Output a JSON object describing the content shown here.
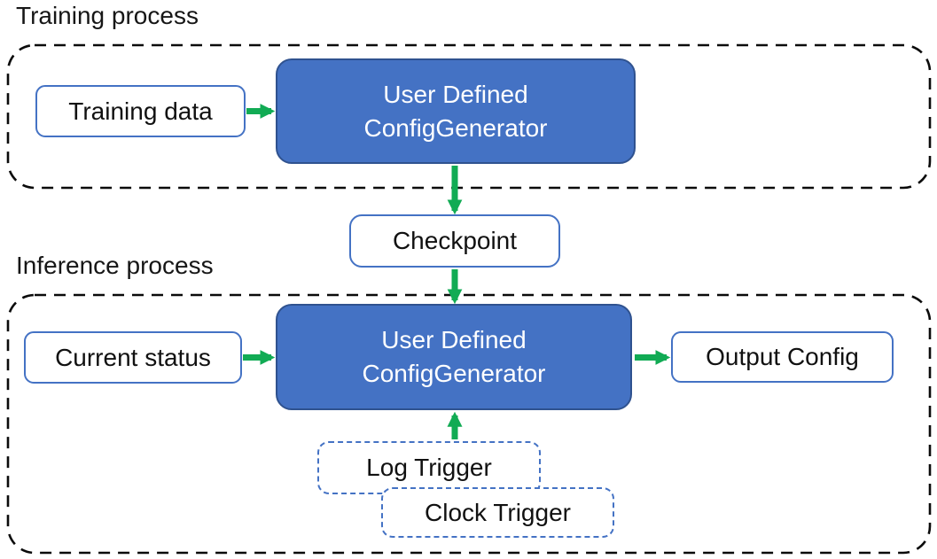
{
  "colors": {
    "box_fill": "#4472c4",
    "box_border": "#2f528f",
    "outline_blue": "#4472c4",
    "arrow_green": "#11ab54",
    "container_border": "#0b0b0b",
    "text_dark": "#111111",
    "text_light": "#ffffff"
  },
  "training": {
    "section_label": "Training process",
    "input_box": "Training data",
    "processor": {
      "line1": "User Defined",
      "line2": "ConfigGenerator"
    }
  },
  "checkpoint_box": "Checkpoint",
  "inference": {
    "section_label": "Inference process",
    "input_box": "Current status",
    "processor": {
      "line1": "User Defined",
      "line2": "ConfigGenerator"
    },
    "output_box": "Output Config",
    "triggers": {
      "log": "Log Trigger",
      "clock": "Clock Trigger"
    }
  }
}
